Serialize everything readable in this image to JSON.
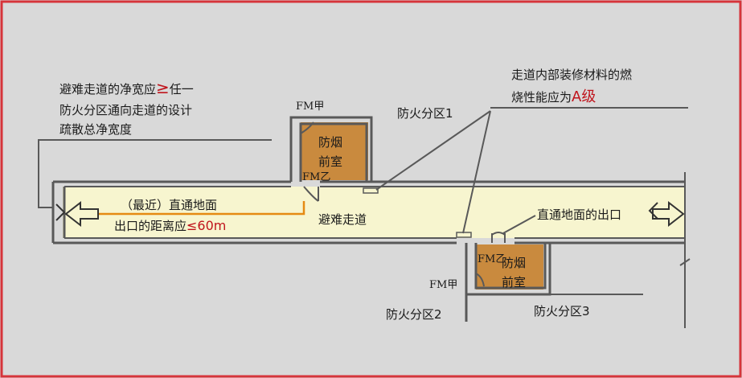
{
  "colors": {
    "background": "#d9d9d9",
    "border": "#d6343a",
    "corridor_fill": "#f7f5cf",
    "lobby_fill": "#c98a3e",
    "wall": "#595959",
    "route_line": "#e58a12",
    "accent_text": "#c0141c"
  },
  "notes": {
    "width_rule": {
      "line1_prefix": "避难走道的净宽应",
      "line1_symbol": "≥",
      "line1_suffix": "任一",
      "line2": "防火分区通向走道的设计",
      "line3": "疏散总净宽度"
    },
    "material_rule": {
      "line1": "走道内部装修材料的燃",
      "line2_prefix": "烧性能应为",
      "line2_value": "A级"
    },
    "distance_rule": {
      "line1": "（最近）直通地面",
      "line2_prefix": "出口的距离应",
      "line2_value": "≤60m"
    }
  },
  "labels": {
    "zone1": "防火分区1",
    "zone2": "防火分区2",
    "zone3": "防火分区3",
    "corridor": "避难走道",
    "exit": "直通地面的出口",
    "lobby_top": [
      "防烟",
      "前室"
    ],
    "lobby_bottom": [
      "防烟",
      "前室"
    ],
    "fm_a_top": "FM甲",
    "fm_b_top": "FM乙",
    "fm_a_bottom": "FM甲",
    "fm_b_bottom": "FM乙"
  },
  "icons": {
    "left_exit": "double-arrow-left-icon",
    "right_exit": "double-arrow-right-icon"
  }
}
